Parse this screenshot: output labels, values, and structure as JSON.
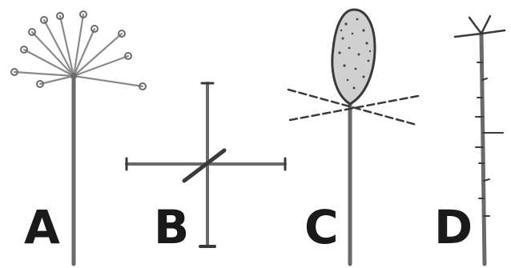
{
  "figure": {
    "panels": [
      {
        "id": "A",
        "label": "A"
      },
      {
        "id": "B",
        "label": "B"
      },
      {
        "id": "C",
        "label": "C"
      },
      {
        "id": "D",
        "label": "D"
      }
    ]
  },
  "colors": {
    "stalk": "#6a6a6a",
    "ink": "#1a1a1a",
    "speckle": "#444444",
    "capitulum_fill": "#d0d0d0"
  }
}
